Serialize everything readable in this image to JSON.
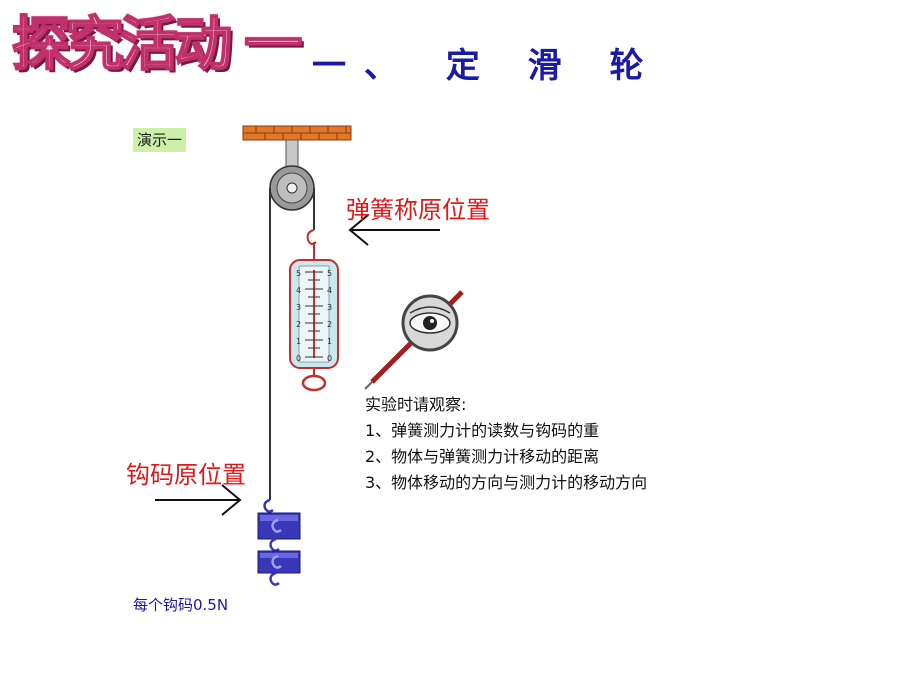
{
  "slide": {
    "title": "探究活动 一",
    "subtitle": "一、 定 滑 轮",
    "demo_label": "演示一",
    "spring_label": "弹簧称原位置",
    "hook_label": "钩码原位置",
    "observe_heading": "实验时请观察:",
    "observe_items": [
      "1、弹簧测力计的读数与钩码的重",
      "2、物体与弹簧测力计移动的距离",
      "3、物体移动的方向与测力计的移动方向"
    ],
    "caption": "每个钩码0.5N",
    "scale_ticks": [
      "5",
      "4",
      "3",
      "2",
      "1",
      "0"
    ]
  },
  "colors": {
    "title_fill": "#e8d0e8",
    "title_stroke": "#c0306a",
    "subtitle": "#1a1aa8",
    "label_red": "#e01818",
    "demo_bg": "#ccf0a8",
    "brick": "#e07828",
    "weight_blue": "#3838b8",
    "spring_frame": "#c8e8f0"
  },
  "icons": [
    "pulley-icon",
    "spring-scale-icon",
    "eye-magnifier-icon",
    "arrow-left-icon",
    "arrow-right-icon",
    "hook-weight-icon"
  ]
}
